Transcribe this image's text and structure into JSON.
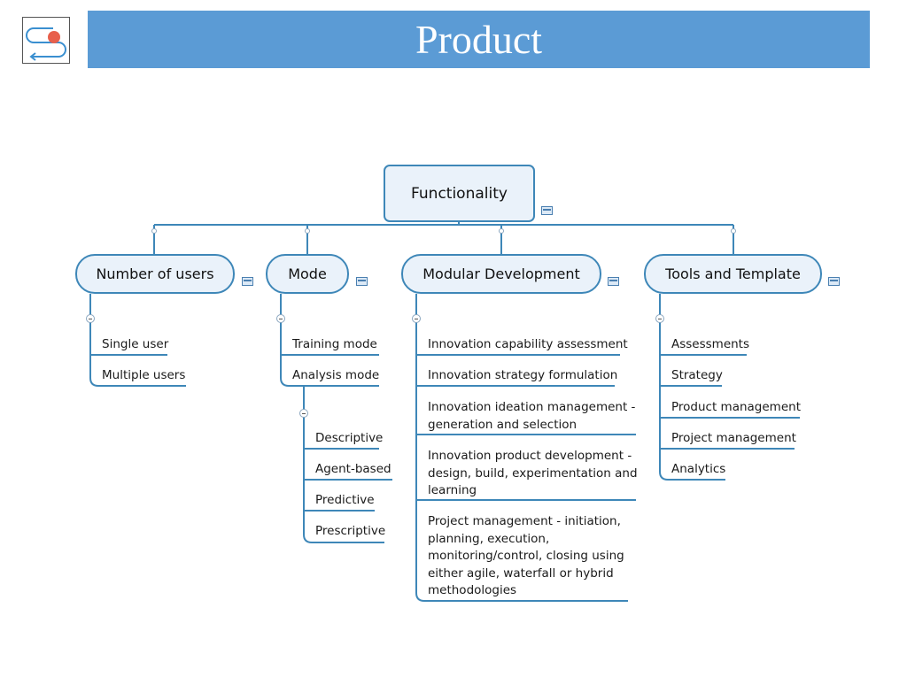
{
  "header": {
    "title": "Product"
  },
  "map": {
    "root": "Functionality",
    "branches": [
      {
        "label": "Number of users",
        "items": [
          "Single user",
          "Multiple users"
        ]
      },
      {
        "label": "Mode",
        "items": [
          "Training mode",
          "Analysis mode"
        ],
        "sub_items": [
          "Descriptive",
          "Agent-based",
          "Predictive",
          "Prescriptive"
        ]
      },
      {
        "label": "Modular Development",
        "items": [
          "Innovation capability assessment",
          "Innovation strategy formulation",
          "Innovation ideation management -\ngeneration and selection",
          "Innovation product development -\ndesign, build, experimentation and\nlearning",
          "Project management - initiation,\nplanning, execution,\nmonitoring/control, closing using\neither agile, waterfall or hybrid\nmethodologies"
        ]
      },
      {
        "label": "Tools and Template",
        "items": [
          "Assessments",
          "Strategy",
          "Product management",
          "Project management",
          "Analytics"
        ]
      }
    ]
  },
  "colors": {
    "header_bg": "#5b9bd5",
    "node_border": "#3e87b8",
    "node_fill": "#eaf2fa",
    "line": "#3e87b8",
    "logo_dot": "#e8604c",
    "logo_arrow": "#3a8fd0"
  },
  "icons": [
    "app-logo-icon",
    "note-icon",
    "collapse-icon"
  ]
}
